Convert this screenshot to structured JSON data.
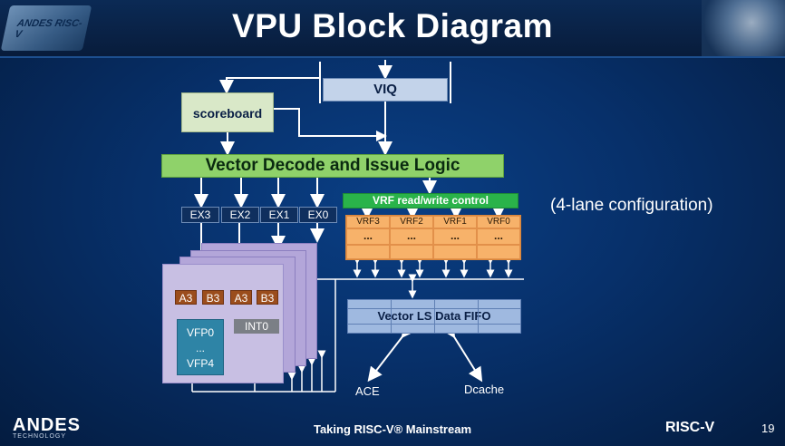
{
  "slide": {
    "title": "VPU Block Diagram",
    "note": "(4-lane configuration)",
    "footer": "Taking RISC-V® Mainstream",
    "page_number": "19"
  },
  "logos": {
    "header_chip_text": "ANDES RISC-V",
    "footer_left_brand": "ANDES",
    "footer_left_sub": "TECHNOLOGY",
    "footer_right_brand": "RISC-V"
  },
  "blocks": {
    "viq": "VIQ",
    "scoreboard": "scoreboard",
    "decode": "Vector Decode and Issue Logic",
    "vrf_control": "VRF read/write control",
    "ex_units": [
      "EX3",
      "EX2",
      "EX1",
      "EX0"
    ],
    "vrf_banks": [
      "VRF3",
      "VRF2",
      "VRF1",
      "VRF0"
    ],
    "vrf_ellipsis": [
      "...",
      "...",
      "...",
      "..."
    ],
    "lane_ports": [
      "A3",
      "B3",
      "A3",
      "B3"
    ],
    "vfp_top": "VFP0",
    "vfp_mid": "...",
    "vfp_bottom": "VFP4",
    "int_unit": "INT0",
    "ls_fifo": "Vector LS Data FIFO",
    "ace_port": "ACE",
    "dcache_port": "Dcache"
  },
  "colors": {
    "background": "#07306a",
    "decode": "#8fd26a",
    "vrf_control": "#2ab34a",
    "vrf": "#f7b26a",
    "lane": "#c8bfe3",
    "port": "#9b4d1c",
    "vfp": "#2e84a6",
    "ls_fifo": "#9fb9e0"
  }
}
